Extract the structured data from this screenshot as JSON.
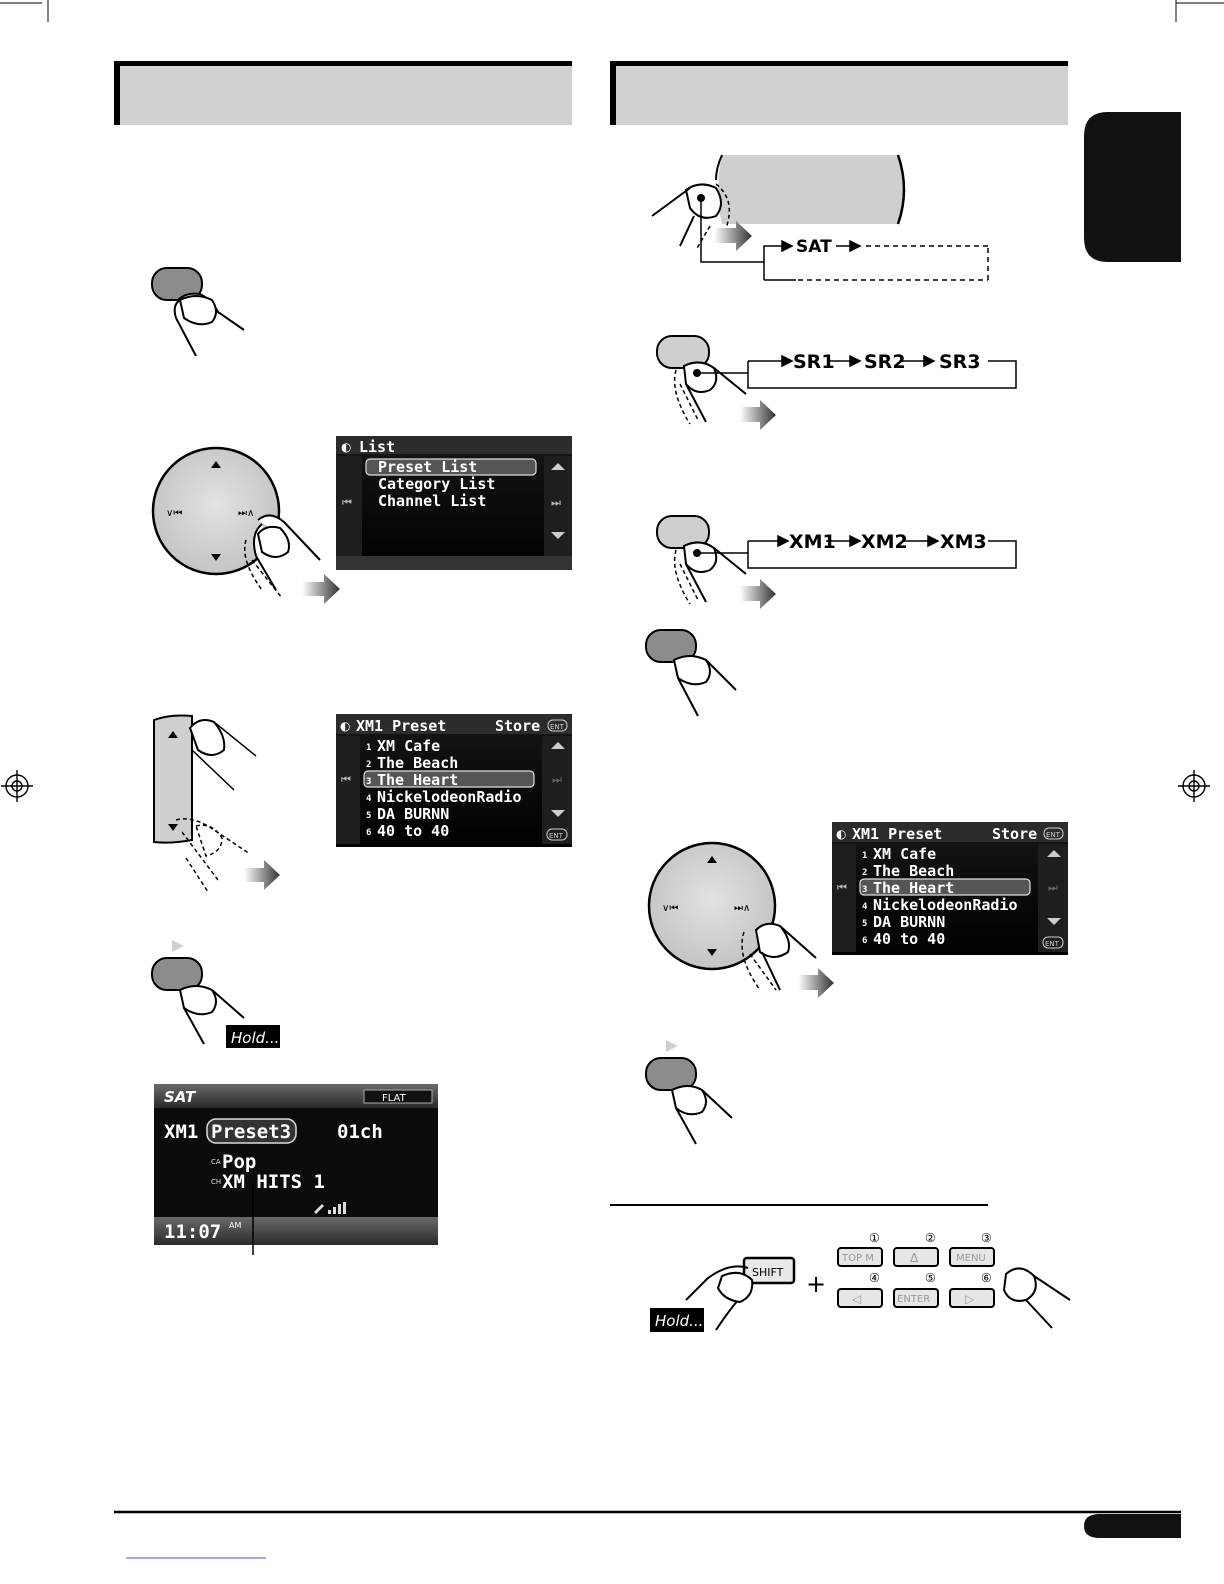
{
  "left": {
    "list_screen": {
      "title": "List",
      "items": [
        "Preset List",
        "Category List",
        "Channel List"
      ],
      "selected_index": 0
    },
    "preset_screen": {
      "title": "XM1 Preset",
      "store_label": "Store",
      "ent_label": "ENT",
      "items": [
        {
          "num": "1",
          "name": "XM Cafe"
        },
        {
          "num": "2",
          "name": "The Beach"
        },
        {
          "num": "3",
          "name": "The Heart"
        },
        {
          "num": "4",
          "name": "NickelodeonRadio"
        },
        {
          "num": "5",
          "name": "DA BURNN"
        },
        {
          "num": "6",
          "name": "40 to 40"
        }
      ],
      "selected_index": 2
    },
    "hold_label": "Hold....",
    "sat_screen": {
      "source": "SAT",
      "sound_mode": "FLAT",
      "band": "XM1",
      "preset": "Preset3",
      "channel": "01ch",
      "category_tag": "CA",
      "category": "Pop",
      "channel_tag": "CH",
      "channel_name": "XM HITS 1",
      "time": "11:07",
      "ampm": "AM"
    }
  },
  "right": {
    "source_flow": {
      "label": "SAT"
    },
    "sirius_bands": [
      "SR1",
      "SR2",
      "SR3"
    ],
    "xm_bands": [
      "XM1",
      "XM2",
      "XM3"
    ],
    "preset_screen": {
      "title": "XM1 Preset",
      "store_label": "Store",
      "ent_label": "ENT",
      "items": [
        {
          "num": "1",
          "name": "XM Cafe"
        },
        {
          "num": "2",
          "name": "The Beach"
        },
        {
          "num": "3",
          "name": "The Heart"
        },
        {
          "num": "4",
          "name": "NickelodeonRadio"
        },
        {
          "num": "5",
          "name": "DA BURNN"
        },
        {
          "num": "6",
          "name": "40 to 40"
        }
      ],
      "selected_index": 2
    },
    "remote": {
      "shift_label": "SHIFT",
      "plus": "+",
      "hold_label": "Hold....",
      "buttons": [
        {
          "num": "①",
          "label": "TOP M"
        },
        {
          "num": "②",
          "label": "Δ"
        },
        {
          "num": "③",
          "label": "MENU"
        },
        {
          "num": "④",
          "label": "◁"
        },
        {
          "num": "⑤",
          "label": "ENTER"
        },
        {
          "num": "⑥",
          "label": "▷"
        }
      ]
    }
  },
  "colors": {
    "header_bg": "#d1d1d1",
    "screen_bg": "#0c0c0c",
    "button_gray": "#8c8c8c",
    "tab_black": "#111111"
  }
}
